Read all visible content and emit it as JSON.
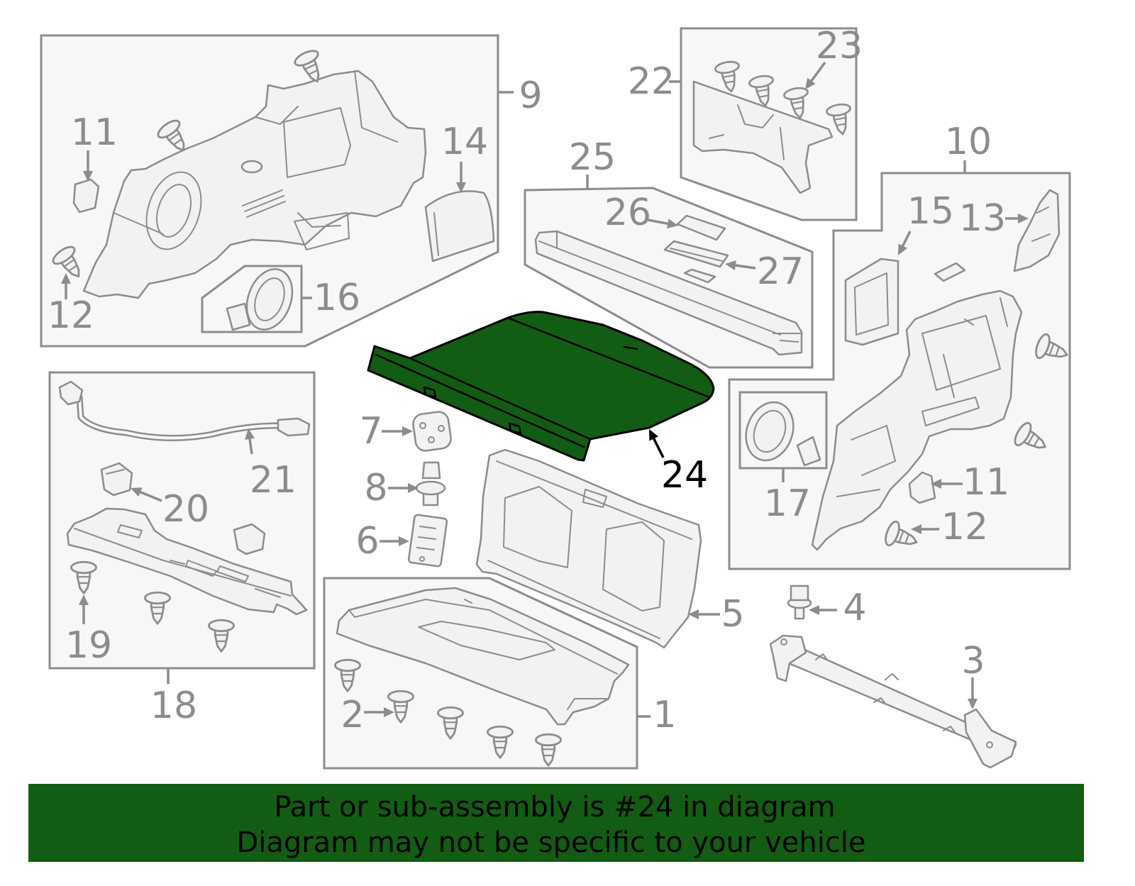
{
  "callouts": {
    "part_1": "1",
    "part_2": "2",
    "part_3": "3",
    "part_4": "4",
    "part_5": "5",
    "part_6": "6",
    "part_7": "7",
    "part_8": "8",
    "part_9": "9",
    "part_10": "10",
    "part_11_left": "11",
    "part_11_right": "11",
    "part_12_left": "12",
    "part_12_right": "12",
    "part_13": "13",
    "part_14": "14",
    "part_15": "15",
    "part_16": "16",
    "part_17": "17",
    "part_18": "18",
    "part_19": "19",
    "part_20": "20",
    "part_21": "21",
    "part_22": "22",
    "part_23": "23",
    "part_25": "25",
    "part_26": "26",
    "part_27": "27"
  },
  "highlight": {
    "part_number": "24",
    "color": "#135c13"
  },
  "banner": {
    "line1": "Part or sub-assembly is #24 in diagram",
    "line2": "Diagram may not be specific to your vehicle",
    "color": "#135c13"
  },
  "colors": {
    "outline": "#8c8c8c",
    "box_fill": "#f7f7f7",
    "part_fill": "#f2f2f2"
  }
}
